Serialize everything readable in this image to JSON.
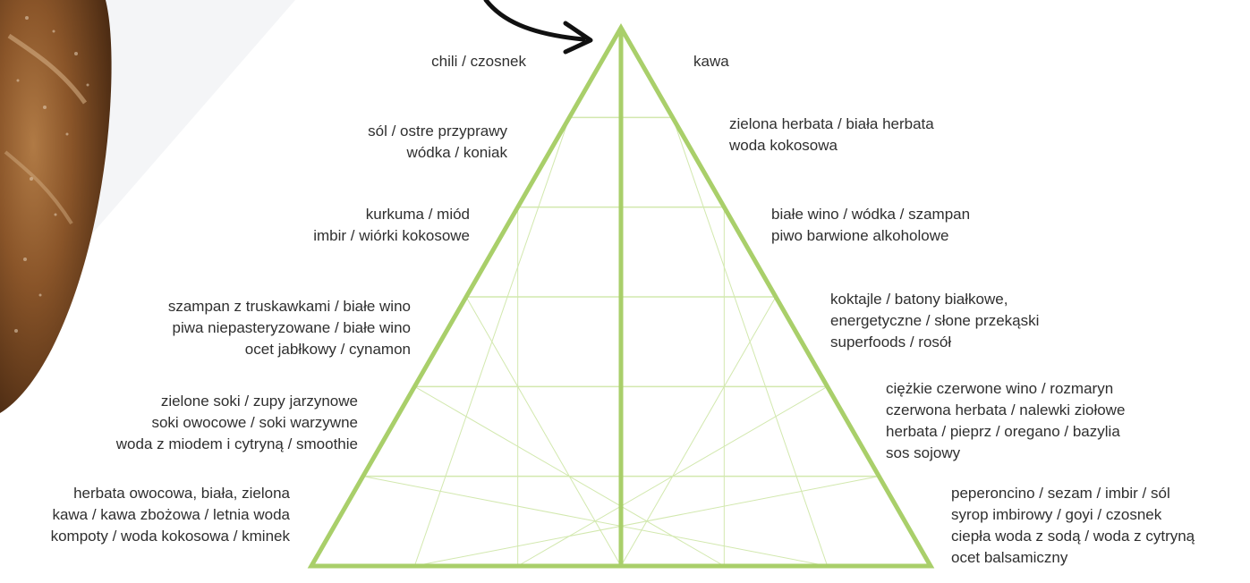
{
  "colors": {
    "pyramid_stroke": "#a9cf6a",
    "pyramid_grid": "#d2e8ae",
    "text": "#2f2f2f",
    "arrow": "#111111",
    "background_panel": "#f5f6f8"
  },
  "icons": {
    "arrow": "curved-arrow-icon",
    "bread": "bread-loaf-image"
  },
  "pyramid": {
    "levels": 6
  },
  "left_labels": [
    {
      "lines": [
        "chili / czosnek"
      ]
    },
    {
      "lines": [
        "sól / ostre przyprawy",
        "wódka / koniak"
      ]
    },
    {
      "lines": [
        "kurkuma / miód",
        "imbir / wiórki kokosowe"
      ]
    },
    {
      "lines": [
        "szampan z truskawkami / białe wino",
        "piwa niepasteryzowane / białe wino",
        "ocet jabłkowy / cynamon"
      ]
    },
    {
      "lines": [
        "zielone soki / zupy jarzynowe",
        "soki owocowe / soki warzywne",
        "woda z miodem i cytryną / smoothie"
      ]
    },
    {
      "lines": [
        "herbata owocowa, biała, zielona",
        "kawa / kawa zbożowa / letnia woda",
        "kompoty / woda kokosowa / kminek"
      ]
    }
  ],
  "right_labels": [
    {
      "lines": [
        "kawa"
      ]
    },
    {
      "lines": [
        "zielona herbata / biała herbata",
        "woda kokosowa"
      ]
    },
    {
      "lines": [
        "białe wino / wódka / szampan",
        "piwo barwione alkoholowe"
      ]
    },
    {
      "lines": [
        "koktajle / batony białkowe,",
        "energetyczne / słone przekąski",
        "superfoods / rosół"
      ]
    },
    {
      "lines": [
        "ciężkie czerwone wino / rozmaryn",
        "czerwona herbata / nalewki ziołowe",
        "herbata / pieprz / oregano / bazylia",
        "sos sojowy"
      ]
    },
    {
      "lines": [
        "peperoncino / sezam / imbir / sól",
        "syrop imbirowy / goyi / czosnek",
        "ciepła woda z sodą / woda z cytryną",
        "ocet balsamiczny"
      ]
    }
  ]
}
